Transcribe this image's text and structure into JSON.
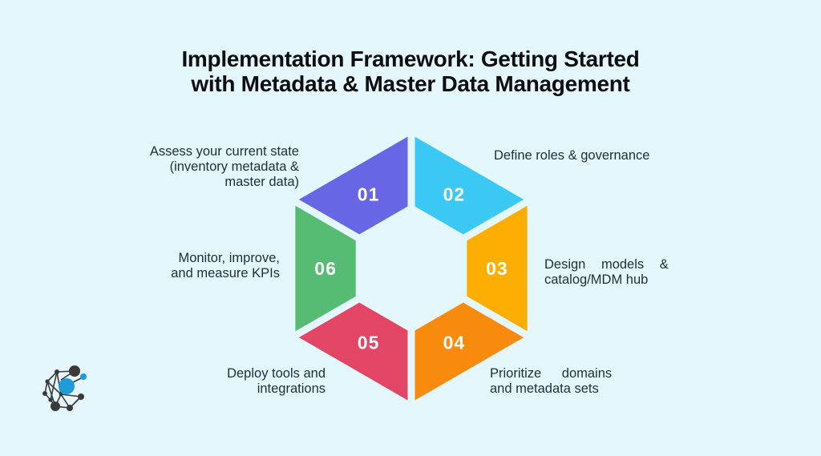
{
  "page": {
    "background_color": "#e3f7fd",
    "text_color": "#20303a"
  },
  "title": {
    "line1": "Implementation Framework: Getting Started",
    "line2": "with Metadata & Master Data Management"
  },
  "segments": [
    {
      "number": "01",
      "color": "#6966e5",
      "label": [
        "Assess your current state",
        "(inventory metadata &",
        "master data)"
      ]
    },
    {
      "number": "02",
      "color": "#3bc8f4",
      "label": [
        "Define roles & governance"
      ]
    },
    {
      "number": "03",
      "color": "#fcaf02",
      "label": [
        "Design models &",
        "catalog/MDM hub"
      ]
    },
    {
      "number": "04",
      "color": "#f88b0e",
      "label": [
        "Prioritize domains",
        "and metadata sets"
      ]
    },
    {
      "number": "05",
      "color": "#e34564",
      "label": [
        "Deploy tools and",
        "integrations"
      ]
    },
    {
      "number": "06",
      "color": "#56bc74",
      "label": [
        "Monitor, improve,",
        "and measure KPIs"
      ]
    }
  ],
  "logo": {
    "icon": "network-graph-logo",
    "node_color": "#3a3a3a",
    "accent_color": "#1f9bd7"
  }
}
